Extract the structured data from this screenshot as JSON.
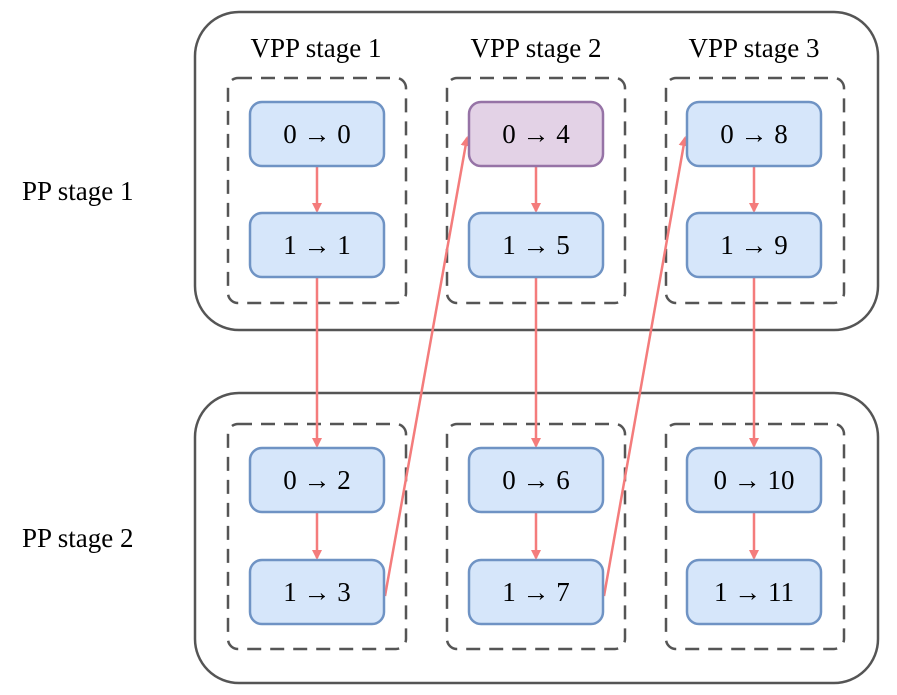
{
  "pp_stages": [
    {
      "label": "PP stage 1"
    },
    {
      "label": "PP stage 2"
    }
  ],
  "vpp_stages": [
    {
      "label": "VPP stage 1"
    },
    {
      "label": "VPP stage 2"
    },
    {
      "label": "VPP stage 3"
    }
  ],
  "nodes": [
    {
      "id": "n0",
      "label": "0 → 0",
      "pp": 0,
      "vpp": 0,
      "slot": 0,
      "highlight": false
    },
    {
      "id": "n1",
      "label": "1 → 1",
      "pp": 0,
      "vpp": 0,
      "slot": 1,
      "highlight": false
    },
    {
      "id": "n2",
      "label": "0 → 2",
      "pp": 1,
      "vpp": 0,
      "slot": 0,
      "highlight": false
    },
    {
      "id": "n3",
      "label": "1 → 3",
      "pp": 1,
      "vpp": 0,
      "slot": 1,
      "highlight": false
    },
    {
      "id": "n4",
      "label": "0 → 4",
      "pp": 0,
      "vpp": 1,
      "slot": 0,
      "highlight": true
    },
    {
      "id": "n5",
      "label": "1 → 5",
      "pp": 0,
      "vpp": 1,
      "slot": 1,
      "highlight": false
    },
    {
      "id": "n6",
      "label": "0 → 6",
      "pp": 1,
      "vpp": 1,
      "slot": 0,
      "highlight": false
    },
    {
      "id": "n7",
      "label": "1 → 7",
      "pp": 1,
      "vpp": 1,
      "slot": 1,
      "highlight": false
    },
    {
      "id": "n8",
      "label": "0 → 8",
      "pp": 0,
      "vpp": 2,
      "slot": 0,
      "highlight": false
    },
    {
      "id": "n9",
      "label": "1 → 9",
      "pp": 0,
      "vpp": 2,
      "slot": 1,
      "highlight": false
    },
    {
      "id": "n10",
      "label": "0 → 10",
      "pp": 1,
      "vpp": 2,
      "slot": 0,
      "highlight": false
    },
    {
      "id": "n11",
      "label": "1 → 11",
      "pp": 1,
      "vpp": 2,
      "slot": 1,
      "highlight": false
    }
  ],
  "edges": [
    {
      "from": "n0",
      "to": "n1",
      "kind": "down"
    },
    {
      "from": "n1",
      "to": "n2",
      "kind": "down"
    },
    {
      "from": "n2",
      "to": "n3",
      "kind": "down"
    },
    {
      "from": "n3",
      "to": "n4",
      "kind": "diag"
    },
    {
      "from": "n4",
      "to": "n5",
      "kind": "down"
    },
    {
      "from": "n5",
      "to": "n6",
      "kind": "down"
    },
    {
      "from": "n6",
      "to": "n7",
      "kind": "down"
    },
    {
      "from": "n7",
      "to": "n8",
      "kind": "diag"
    },
    {
      "from": "n8",
      "to": "n9",
      "kind": "down"
    },
    {
      "from": "n9",
      "to": "n10",
      "kind": "down"
    },
    {
      "from": "n10",
      "to": "n11",
      "kind": "down"
    }
  ],
  "colors": {
    "node_fill": "#d6e6fa",
    "node_stroke": "#6f93c4",
    "highlight_fill": "#e3d2e6",
    "highlight_stroke": "#9673a6",
    "arrow": "#f47c7c",
    "outer_stroke": "#555555",
    "dash_stroke": "#555555"
  }
}
